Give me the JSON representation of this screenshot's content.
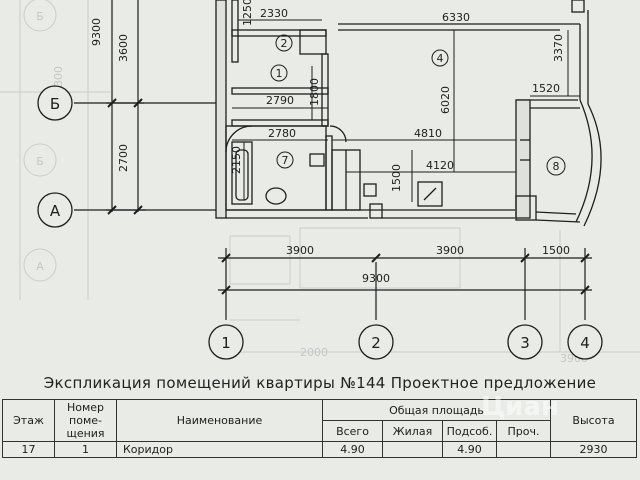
{
  "dimensions": {
    "left_9300": "9300",
    "left_3600": "3600",
    "left_2700": "2700",
    "top_1250": "1250",
    "top_2330": "2330",
    "top_6330": "6330",
    "top_3370": "3370",
    "corr_2790": "2790",
    "corr_1800": "1800",
    "room_6020": "6020",
    "balc_1520": "1520",
    "bath_2780": "2780",
    "bath_2150": "2150",
    "kitchen_4810": "4810",
    "kitchen_4120": "4120",
    "kitchen_1500": "1500",
    "bottom_3900a": "3900",
    "bottom_3900b": "3900",
    "bottom_1500": "1500",
    "bottom_9300": "9300",
    "ghost_9300": "9300",
    "ghost_3900": "3900",
    "ghost_2000": "2000"
  },
  "axes_rows": [
    "Б",
    "А"
  ],
  "axes_rows_ghost": [
    "Б",
    "А"
  ],
  "axes_cols": [
    "1",
    "2",
    "3",
    "4"
  ],
  "rooms": [
    "2",
    "1",
    "4",
    "7",
    "8"
  ],
  "caption": "Экспликация помещений квартиры №144 Проектное предложение",
  "table": {
    "headers": {
      "floor": "Этаж",
      "number": "Номер поме-щения",
      "name": "Наименование",
      "area": "Общая площадь",
      "height": "Высота",
      "total": "Всего",
      "living": "Жилая",
      "aux": "Подсоб.",
      "other": "Проч."
    },
    "rows": [
      {
        "floor": "17",
        "number": "1",
        "name": "Коридор",
        "total": "4.90",
        "living": "",
        "aux": "4.90",
        "other": "",
        "height": "2930"
      }
    ]
  },
  "watermark": "Циан",
  "colors": {
    "ink": "#1e1e1e",
    "paper": "#e9ebe6",
    "ghost": "#c3c7c6"
  }
}
